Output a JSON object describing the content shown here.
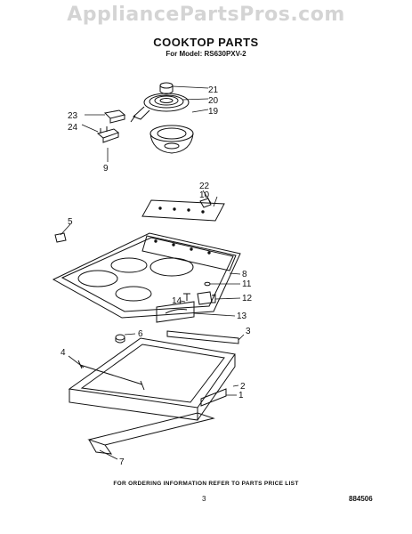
{
  "watermark": "AppliancePartsPros.com",
  "title": "COOKTOP PARTS",
  "subtitle": "For Model: RS630PXV-2",
  "footer": {
    "note": "FOR ORDERING INFORMATION REFER TO PARTS PRICE LIST",
    "page_number": "3",
    "document_code": "884506"
  },
  "callouts": {
    "c1": "1",
    "c2": "2",
    "c3": "3",
    "c4": "4",
    "c5": "5",
    "c6": "6",
    "c7": "7",
    "c8": "8",
    "c9": "9",
    "c10": "10",
    "c11": "11",
    "c12": "12",
    "c13": "13",
    "c14": "14",
    "c19": "19",
    "c20": "20",
    "c21": "21",
    "c22": "22",
    "c23": "23",
    "c24": "24"
  }
}
